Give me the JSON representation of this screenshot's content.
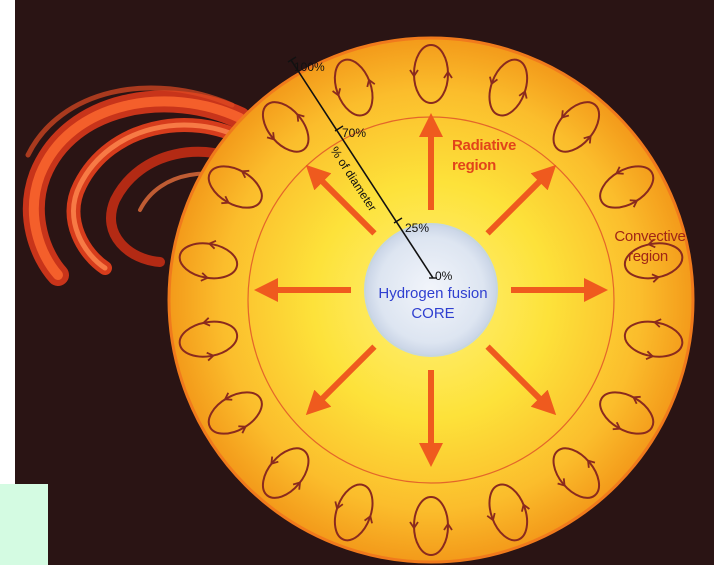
{
  "diagram": {
    "core": {
      "line1": "Hydrogen fusion",
      "line2": "CORE"
    },
    "radiative": {
      "line1": "Radiative",
      "line2": "region"
    },
    "convective": {
      "line1": "Convective",
      "line2": "region"
    },
    "scale": {
      "axis_label": "% of diameter",
      "ticks": [
        "100%",
        "70%",
        "25%",
        "0%"
      ]
    }
  },
  "colors": {
    "background": "#2a1414",
    "sun_outer": "#f5a21f",
    "sun_inner": "#fde23a",
    "core": "#dfe6f2",
    "arrow": "#ef5a1e",
    "loop": "#8a2a1e",
    "label_red": "#e2441a",
    "label_dark": "#a02616",
    "core_text": "#2f3fd0",
    "corner_panel": "#d4fbe2"
  }
}
